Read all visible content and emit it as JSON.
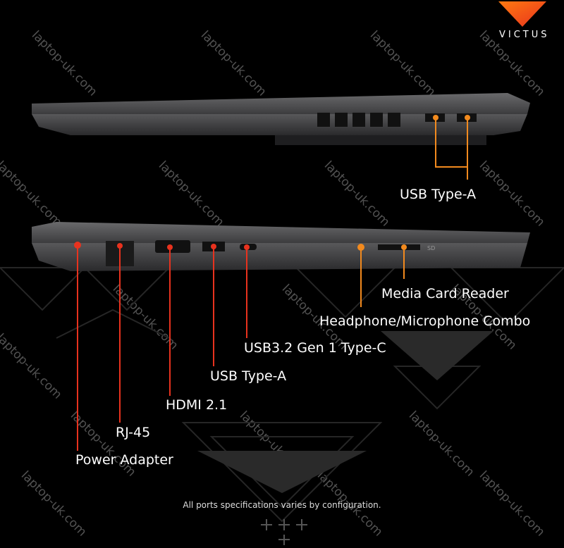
{
  "brand": {
    "name": "VICTUS",
    "accent": "#f05a1a"
  },
  "top_view": {
    "labels": [
      {
        "text": "USB Type-A",
        "color": "#f28a1e"
      }
    ]
  },
  "side_view": {
    "labels": [
      {
        "text": "Media Card Reader",
        "color": "#f28a1e"
      },
      {
        "text": "Headphone/Microphone Combo",
        "color": "#f28a1e"
      },
      {
        "text": "USB3.2 Gen 1 Type-C",
        "color": "#e8321e"
      },
      {
        "text": "USB Type-A",
        "color": "#e8321e"
      },
      {
        "text": "HDMI 2.1",
        "color": "#e8321e"
      },
      {
        "text": "RJ-45",
        "color": "#e8321e"
      },
      {
        "text": "Power Adapter",
        "color": "#e8321e"
      }
    ]
  },
  "card_slot_marking": "SD",
  "watermark": "laptop-uk.com",
  "footnote": "All ports specifications varies by configuration."
}
